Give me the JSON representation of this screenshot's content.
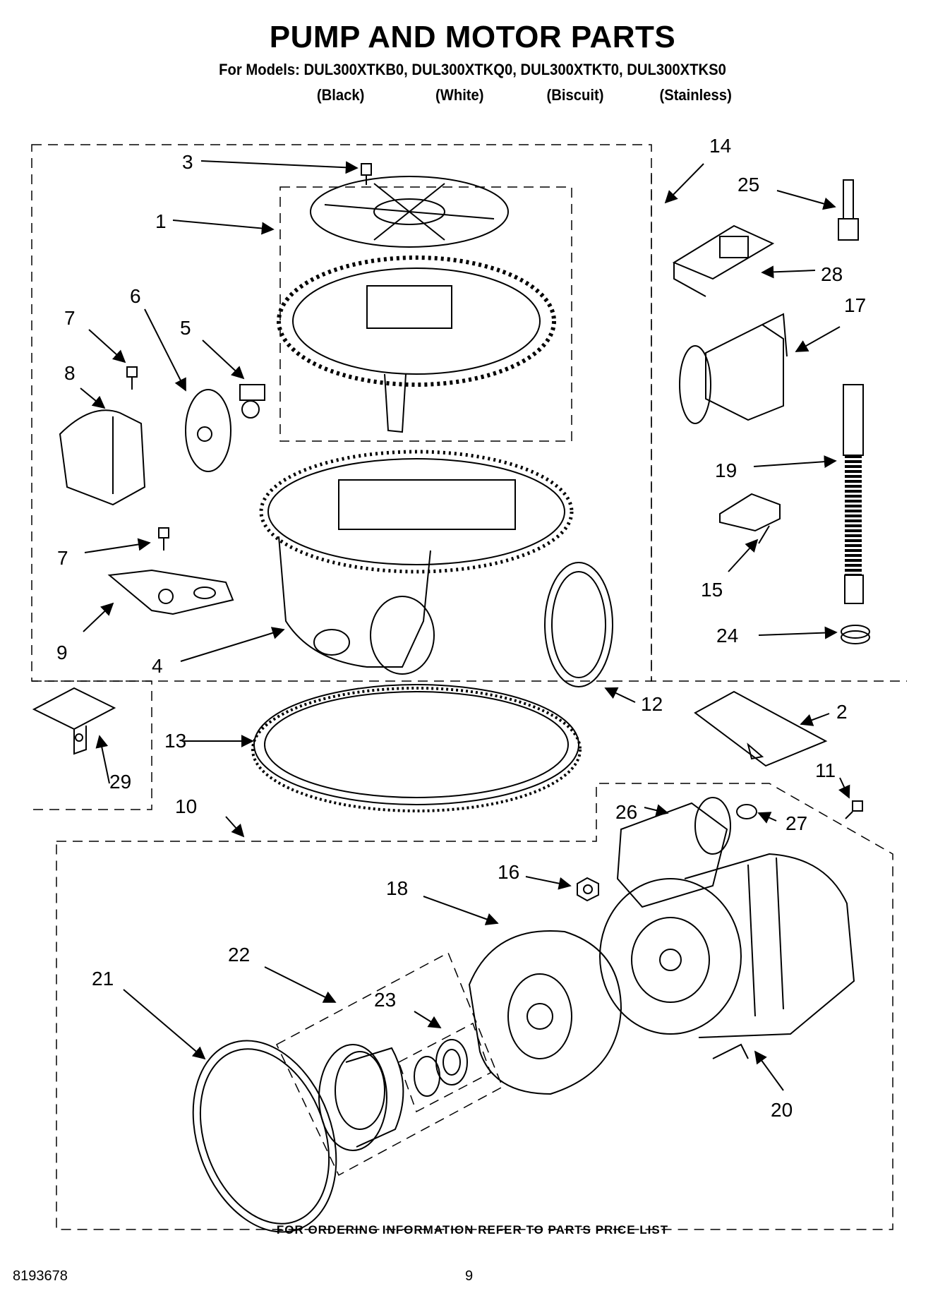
{
  "title": "PUMP AND MOTOR PARTS",
  "models_line": "For Models: DUL300XTKB0, DUL300XTKQ0, DUL300XTKT0, DUL300XTKS0",
  "colors": [
    "(Black)",
    "(White)",
    "(Biscuit)",
    "(Stainless)"
  ],
  "footer_note": "FOR ORDERING INFORMATION REFER TO PARTS PRICE LIST",
  "document_number": "8193678",
  "page_number": "9",
  "callouts": {
    "c1": "1",
    "c2": "2",
    "c3": "3",
    "c4": "4",
    "c5": "5",
    "c6": "6",
    "c7a": "7",
    "c7b": "7",
    "c8": "8",
    "c9": "9",
    "c10": "10",
    "c11": "11",
    "c12": "12",
    "c13": "13",
    "c14": "14",
    "c15": "15",
    "c16": "16",
    "c17": "17",
    "c18": "18",
    "c19": "19",
    "c20": "20",
    "c21": "21",
    "c22": "22",
    "c23": "23",
    "c24": "24",
    "c25": "25",
    "c26": "26",
    "c27": "27",
    "c28": "28",
    "c29": "29"
  }
}
